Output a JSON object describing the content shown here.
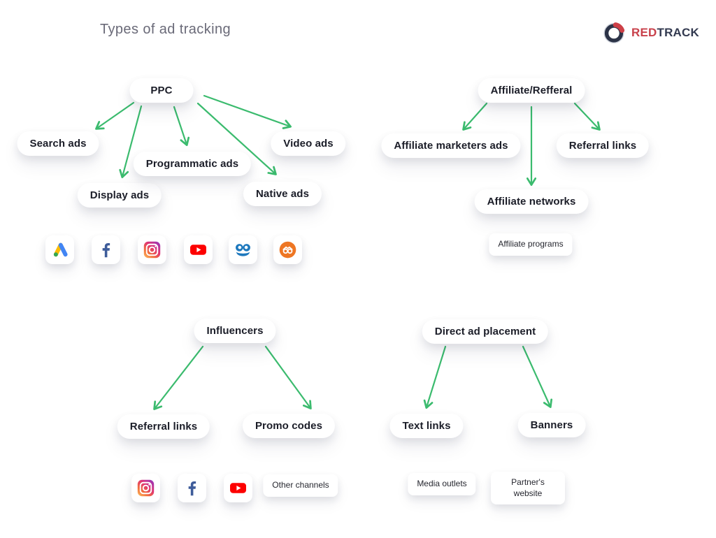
{
  "header": {
    "title": "Types of ad tracking",
    "logo": {
      "red": "RED",
      "track": "TRACK"
    }
  },
  "colors": {
    "arrow_green": "#3bbb6e",
    "node_text": "#1b1d28",
    "title_gray": "#6a6a78",
    "logo_red": "#c8414b",
    "logo_navy": "#333a50",
    "background": "#ffffff"
  },
  "nodes": {
    "ppc": "PPC",
    "search_ads": "Search ads",
    "display_ads": "Display ads",
    "programmatic_ads": "Programmatic ads",
    "native_ads": "Native ads",
    "video_ads": "Video ads",
    "affiliate_refferal": "Affiliate/Refferal",
    "affiliate_marketers_ads": "Affiliate marketers ads",
    "referral_links_affiliate": "Referral links",
    "affiliate_networks": "Affiliate networks",
    "affiliate_programs": "Affiliate programs",
    "influencers": "Influencers",
    "referral_links_influencers": "Referral links",
    "promo_codes": "Promo codes",
    "other_channels": "Other channels",
    "direct_ad_placement": "Direct ad placement",
    "text_links": "Text links",
    "banners": "Banners",
    "media_outlets": "Media outlets",
    "partners_website": "Partner's website"
  },
  "edges": [
    {
      "from": "ppc",
      "to": "search_ads"
    },
    {
      "from": "ppc",
      "to": "display_ads"
    },
    {
      "from": "ppc",
      "to": "programmatic_ads"
    },
    {
      "from": "ppc",
      "to": "native_ads"
    },
    {
      "from": "ppc",
      "to": "video_ads"
    },
    {
      "from": "affiliate_refferal",
      "to": "affiliate_marketers_ads"
    },
    {
      "from": "affiliate_refferal",
      "to": "affiliate_networks"
    },
    {
      "from": "affiliate_refferal",
      "to": "referral_links_affiliate"
    },
    {
      "from": "influencers",
      "to": "referral_links_influencers"
    },
    {
      "from": "influencers",
      "to": "promo_codes"
    },
    {
      "from": "direct_ad_placement",
      "to": "text_links"
    },
    {
      "from": "direct_ad_placement",
      "to": "banners"
    }
  ],
  "platform_icons": {
    "ppc_row": [
      "google-ads-icon",
      "facebook-icon",
      "instagram-icon",
      "youtube-icon",
      "taboola-icon",
      "outbrain-icon"
    ],
    "influencers_row": [
      "instagram-icon",
      "facebook-icon",
      "youtube-icon"
    ]
  }
}
